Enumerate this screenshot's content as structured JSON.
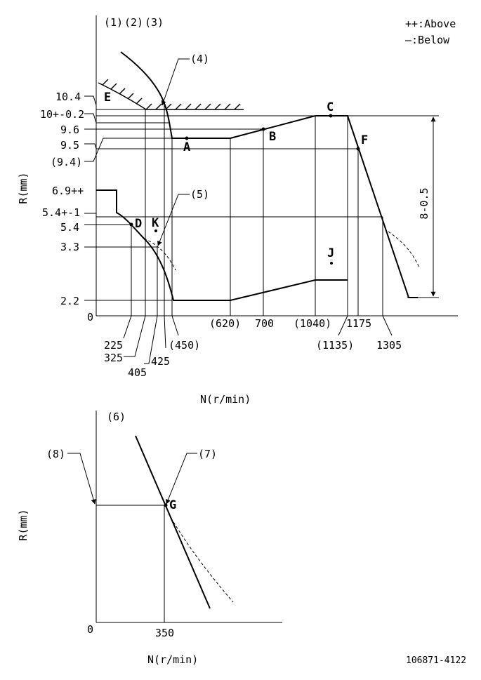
{
  "top_chart": {
    "header_labels": [
      "(1)",
      "(2)",
      "(3)"
    ],
    "legend": {
      "above": "++:Above",
      "below": "—:Below"
    },
    "y_axis_label": "R(mm)",
    "x_axis_label": "N(r/min)",
    "y_tick_labels": [
      "10.4",
      "10+-0.2",
      "9.6",
      "9.5",
      "(9.4)",
      "6.9++",
      "5.4+-1",
      "5.4",
      "3.3",
      "2.2",
      "0"
    ],
    "x_tick_labels": [
      "(620)",
      "700",
      "(1040)",
      "1175",
      "225",
      "325",
      "405",
      "425",
      "(450)",
      "(1135)",
      "1305"
    ],
    "callouts": [
      "(4)",
      "(5)"
    ],
    "point_labels": [
      "E",
      "A",
      "B",
      "C",
      "F",
      "D",
      "K",
      "J"
    ],
    "dimension_label": "8-0.5"
  },
  "bottom_chart": {
    "header_label": "(6)",
    "callouts": [
      "(8)",
      "(7)"
    ],
    "point_label": "G",
    "y_axis_label": "R(mm)",
    "x_axis_label": "N(r/min)",
    "origin_label": "0",
    "x_tick_label": "350"
  },
  "drawing_number": "106871-4122"
}
